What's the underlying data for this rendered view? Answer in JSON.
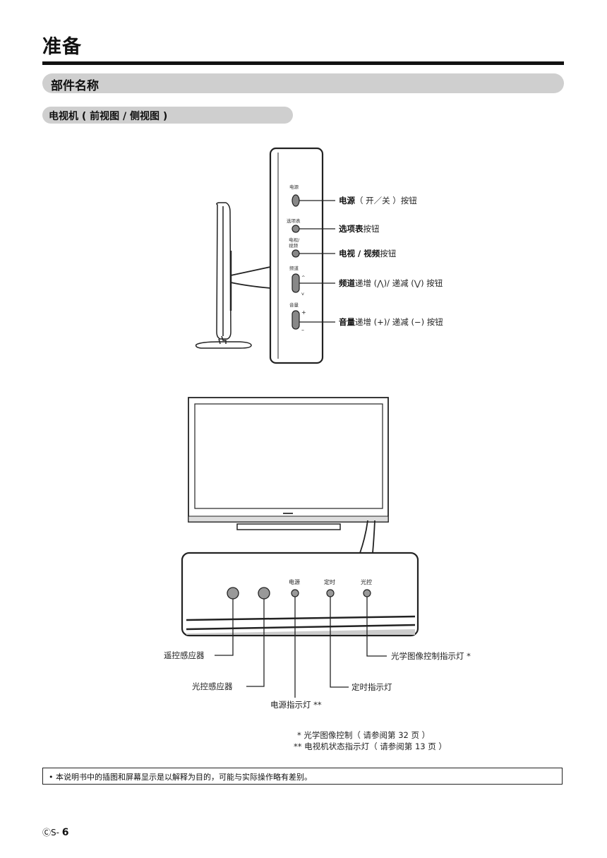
{
  "header": {
    "title": "准备"
  },
  "section": {
    "title": "部件名称"
  },
  "subsection": {
    "title": "电视机 ( 前视图 / 侧视图 )"
  },
  "side_view": {
    "panel_labels": {
      "power": "电源",
      "menu": "选项表",
      "tv_video_line1": "电视/",
      "tv_video_line2": "视频",
      "channel": "频道",
      "channel_up": "^",
      "channel_down": "v",
      "volume": "音量",
      "volume_plus": "+",
      "volume_minus": "–"
    },
    "callouts": [
      {
        "bold": "电源",
        "rest": "（ 开／关 ）按钮"
      },
      {
        "bold": "选项表",
        "rest": "按钮"
      },
      {
        "bold": "电视 / 视频",
        "rest": "按钮"
      },
      {
        "bold": "频道",
        "rest": "递增 (⋀)/ 递减 (⋁) 按钮"
      },
      {
        "bold": "音量",
        "rest": "递增 (+)/ 递减 (−) 按钮"
      }
    ]
  },
  "front_view": {
    "panel_labels": {
      "power": "电源",
      "timer": "定时",
      "opc": "光控"
    },
    "callouts": {
      "remote_sensor": "遥控感应器",
      "light_sensor": "光控感应器",
      "power_indicator": "电源指示灯 **",
      "timer_indicator": "定时指示灯",
      "opc_indicator": "光学图像控制指示灯 *"
    },
    "footnotes": [
      "* 光学图像控制（ 请参阅第 32 页 ）",
      "** 电视机状态指示灯（ 请参阅第 13 页 ）"
    ]
  },
  "note": "•  本说明书中的插图和屏幕显示是以解释为目的，可能与实际操作略有差别。",
  "footer": {
    "prefix": "ⒸS- ",
    "page": "6"
  }
}
